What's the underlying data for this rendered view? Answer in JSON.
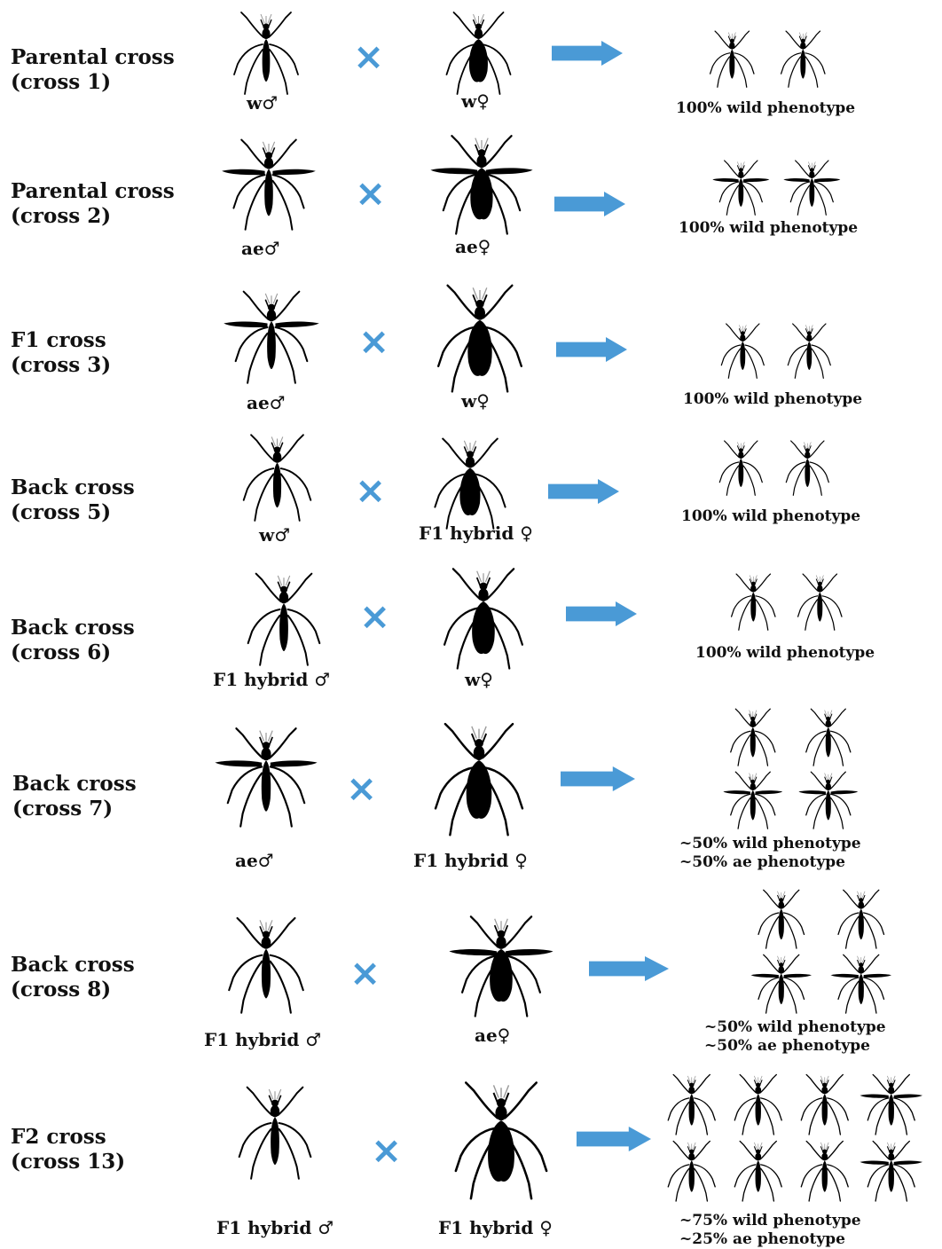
{
  "crosses": [
    {
      "label": [
        "Parental cross",
        "(cross 1)"
      ],
      "male": {
        "label": "w♂",
        "type": "wild"
      },
      "female": {
        "label": "w♀",
        "type": "wild"
      },
      "offspring": {
        "types": [
          "wild",
          "wild"
        ],
        "text": [
          "100% wild phenotype"
        ]
      }
    },
    {
      "label": [
        "Parental cross",
        "(cross 2)"
      ],
      "male": {
        "label": "ae♂",
        "type": "ae"
      },
      "female": {
        "label": "ae♀",
        "type": "ae"
      },
      "offspring": {
        "types": [
          "ae",
          "ae"
        ],
        "text": [
          "100% wild phenotype"
        ]
      }
    },
    {
      "label": [
        "F1 cross",
        "(cross 3)"
      ],
      "male": {
        "label": "ae♂",
        "type": "ae"
      },
      "female": {
        "label": "w♀",
        "type": "wild"
      },
      "offspring": {
        "types": [
          "wild",
          "wild"
        ],
        "text": [
          "100% wild phenotype"
        ]
      }
    },
    {
      "label": [
        "Back cross",
        "(cross 5)"
      ],
      "male": {
        "label": "w♂",
        "type": "wild"
      },
      "female": {
        "label": "F1 hybrid ♀",
        "type": "wild"
      },
      "offspring": {
        "types": [
          "wild",
          "wild"
        ],
        "text": [
          "100% wild phenotype"
        ]
      }
    },
    {
      "label": [
        "Back cross",
        "(cross 6)"
      ],
      "male": {
        "label": "F1 hybrid ♂",
        "type": "wild"
      },
      "female": {
        "label": "w♀",
        "type": "wild"
      },
      "offspring": {
        "types": [
          "wild",
          "wild"
        ],
        "text": [
          "100% wild phenotype"
        ]
      }
    },
    {
      "label": [
        "Back cross",
        "(cross 7)"
      ],
      "male": {
        "label": "ae♂",
        "type": "ae"
      },
      "female": {
        "label": "F1 hybrid ♀",
        "type": "wild"
      },
      "offspring": {
        "types": [
          "wild",
          "wild",
          "ae",
          "ae"
        ],
        "text": [
          "~50% wild phenotype",
          "~50% ae phenotype"
        ]
      }
    },
    {
      "label": [
        "Back cross",
        "(cross 8)"
      ],
      "male": {
        "label": "F1 hybrid ♂",
        "type": "wild"
      },
      "female": {
        "label": "ae♀",
        "type": "ae"
      },
      "offspring": {
        "types": [
          "wild",
          "wild",
          "ae",
          "ae"
        ],
        "text": [
          "~50% wild phenotype",
          "~50% ae phenotype"
        ]
      }
    },
    {
      "label": [
        "F2 cross",
        "(cross 13)"
      ],
      "male": {
        "label": "F1 hybrid ♂",
        "type": "wild"
      },
      "female": {
        "label": "F1 hybrid ♀",
        "type": "wild"
      },
      "offspring": {
        "types": [
          "wild",
          "wild",
          "wild",
          "ae",
          "wild",
          "wild",
          "wild",
          "ae"
        ],
        "text": [
          "~75% wild phenotype",
          "~25% ae phenotype"
        ]
      }
    }
  ],
  "symbols": {
    "cross": "×"
  },
  "colors": {
    "accent": "#4a9ad6",
    "silhouette": "#000000",
    "text": "#111111"
  }
}
